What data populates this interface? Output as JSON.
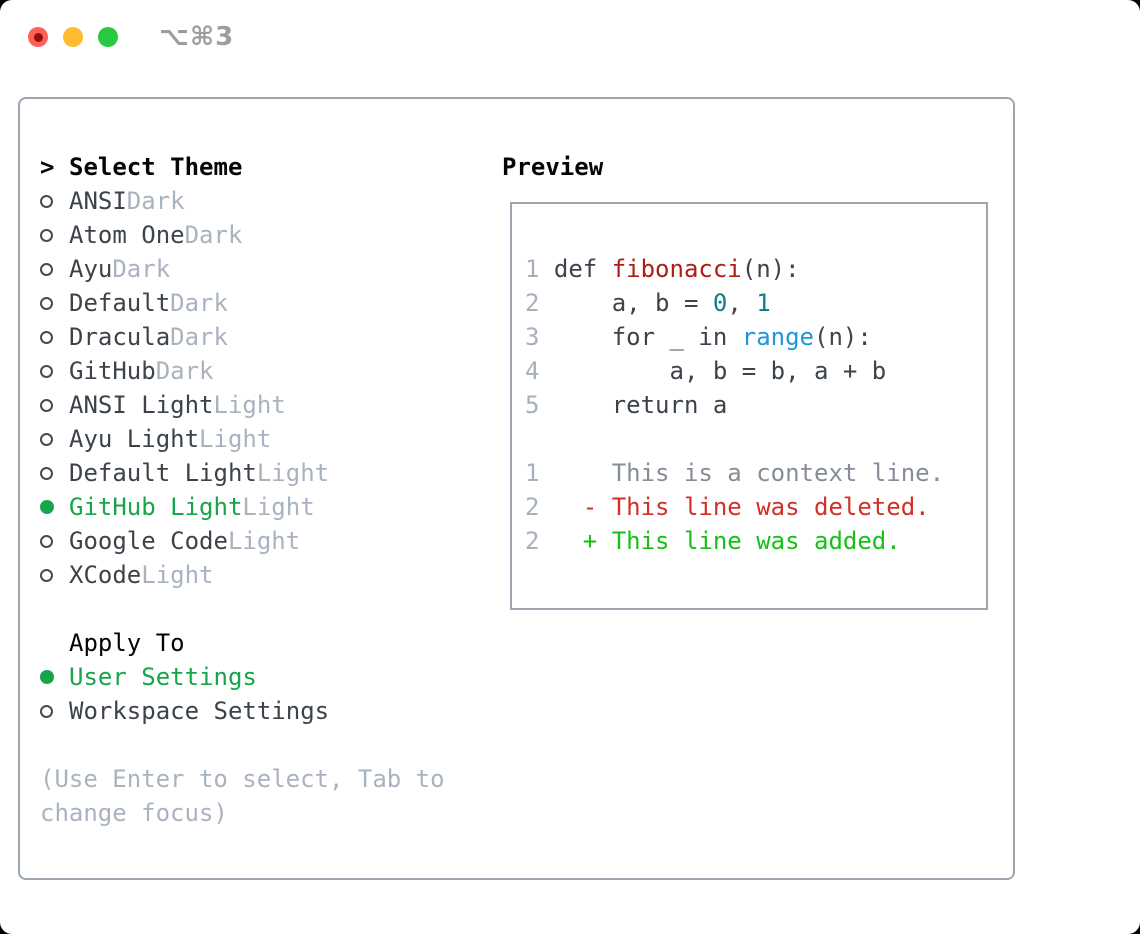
{
  "window": {
    "shortcut_title": "⌥⌘3"
  },
  "theme_picker": {
    "prompt": ">",
    "heading": "Select Theme",
    "items": [
      {
        "name": "ANSI",
        "tag": "Dark",
        "selected": false
      },
      {
        "name": "Atom One",
        "tag": "Dark",
        "selected": false
      },
      {
        "name": "Ayu",
        "tag": "Dark",
        "selected": false
      },
      {
        "name": "Default",
        "tag": "Dark",
        "selected": false
      },
      {
        "name": "Dracula",
        "tag": "Dark",
        "selected": false
      },
      {
        "name": "GitHub",
        "tag": "Dark",
        "selected": false
      },
      {
        "name": "ANSI Light",
        "tag": "Light",
        "selected": false
      },
      {
        "name": "Ayu Light",
        "tag": "Light",
        "selected": false
      },
      {
        "name": "Default Light",
        "tag": "Light",
        "selected": false
      },
      {
        "name": "GitHub Light",
        "tag": "Light",
        "selected": true
      },
      {
        "name": "Google Code",
        "tag": "Light",
        "selected": false
      },
      {
        "name": "XCode",
        "tag": "Light",
        "selected": false
      }
    ]
  },
  "apply_to": {
    "heading": "Apply To",
    "options": [
      {
        "label": "User Settings",
        "selected": true
      },
      {
        "label": "Workspace Settings",
        "selected": false
      }
    ]
  },
  "hint": {
    "line1": "(Use Enter to select, Tab to",
    "line2": "change focus)"
  },
  "preview": {
    "heading": "Preview",
    "lines": [
      {
        "num": "1",
        "tokens": [
          {
            "text": "def ",
            "cls": "plain"
          },
          {
            "text": "fibonacci",
            "cls": "func"
          },
          {
            "text": "(n):",
            "cls": "plain"
          }
        ]
      },
      {
        "num": "2",
        "tokens": [
          {
            "text": "    a, b = ",
            "cls": "plain"
          },
          {
            "text": "0",
            "cls": "number"
          },
          {
            "text": ", ",
            "cls": "plain"
          },
          {
            "text": "1",
            "cls": "number"
          }
        ]
      },
      {
        "num": "3",
        "tokens": [
          {
            "text": "    for _ in ",
            "cls": "plain"
          },
          {
            "text": "range",
            "cls": "builtin"
          },
          {
            "text": "(n):",
            "cls": "plain"
          }
        ]
      },
      {
        "num": "4",
        "tokens": [
          {
            "text": "        a, b = b, a + b",
            "cls": "plain"
          }
        ]
      },
      {
        "num": "5",
        "tokens": [
          {
            "text": "    return a",
            "cls": "plain"
          }
        ]
      },
      {
        "num": "",
        "tokens": []
      },
      {
        "num": "1",
        "tokens": [
          {
            "text": "    This is a context line.",
            "cls": "context"
          }
        ]
      },
      {
        "num": "2",
        "tokens": [
          {
            "text": "  - This line was deleted.",
            "cls": "deleted"
          }
        ]
      },
      {
        "num": "2",
        "tokens": [
          {
            "text": "  + This line was added.",
            "cls": "added"
          }
        ]
      }
    ]
  },
  "colors": {
    "selection_green": "#17a54b",
    "added_green": "#15c115",
    "deleted_red": "#d03026",
    "function_red": "#a92019",
    "number_teal": "#0d7f8c",
    "builtin_blue": "#1f96d9",
    "muted_gray": "#a9b3c0",
    "text_charcoal": "#3c434b",
    "traffic_red": "#ff5f57",
    "traffic_yellow": "#febc2e",
    "traffic_green": "#28c840"
  }
}
